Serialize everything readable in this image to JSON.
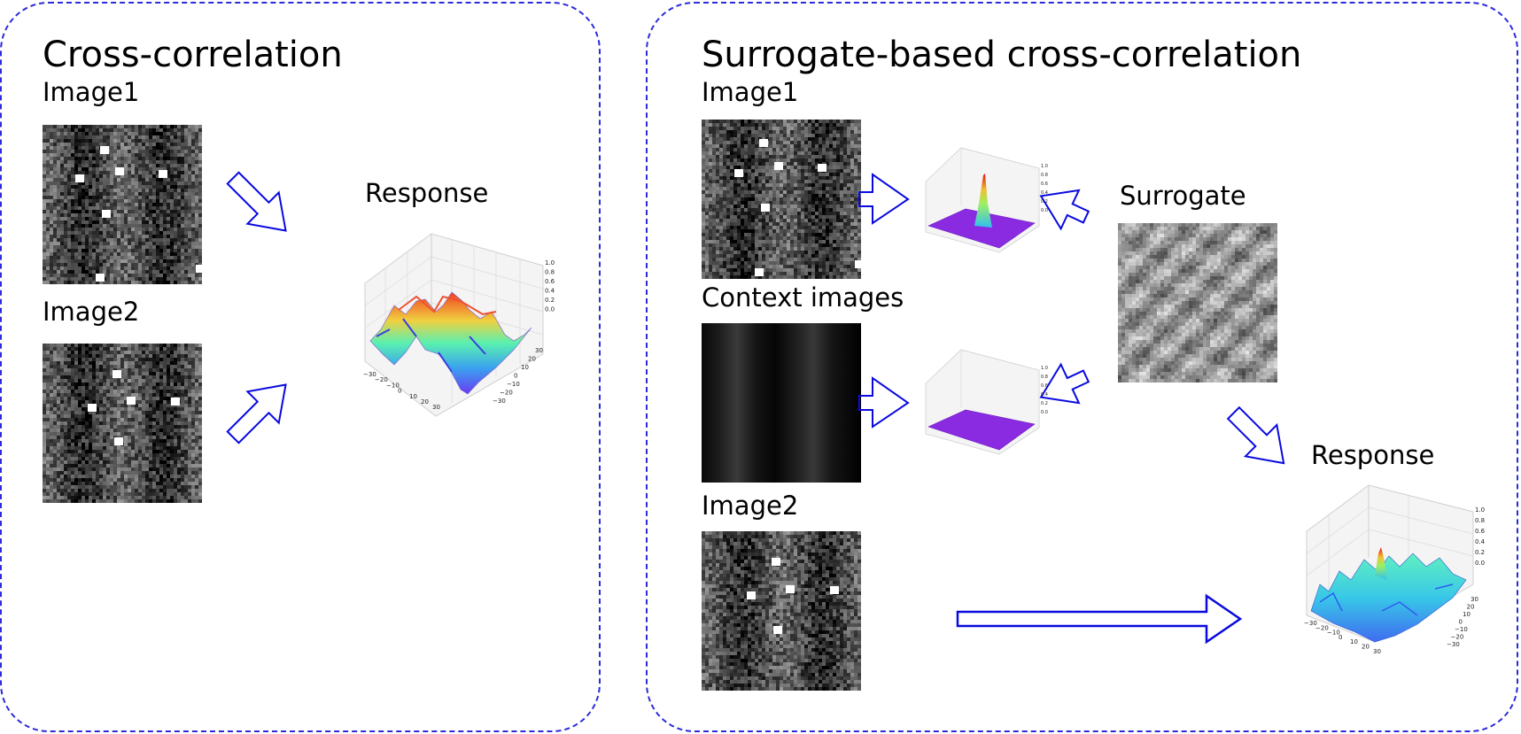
{
  "left_panel": {
    "title": "Cross-correlation",
    "image1_label": "Image1",
    "image2_label": "Image2",
    "response_label": "Response",
    "response_plot": {
      "z_ticks": [
        "1.0",
        "0.8",
        "0.6",
        "0.4",
        "0.2",
        "0.0"
      ],
      "x_ticks": [
        "−30",
        "−20",
        "−10",
        "0",
        "10",
        "20",
        "30"
      ],
      "y_ticks": [
        "30",
        "20",
        "10",
        "0",
        "−10",
        "−20",
        "−30"
      ]
    }
  },
  "right_panel": {
    "title": "Surrogate-based cross-correlation",
    "image1_label": "Image1",
    "context_label": "Context images",
    "image2_label": "Image2",
    "surrogate_label": "Surrogate",
    "response_label": "Response",
    "small_plot_z_ticks": [
      "1.0",
      "0.8",
      "0.6",
      "0.4",
      "0.2",
      "0.0"
    ],
    "response_plot": {
      "z_ticks": [
        "1.0",
        "0.8",
        "0.6",
        "0.4",
        "0.2",
        "0.0"
      ],
      "x_ticks": [
        "−30",
        "−20",
        "−10",
        "0",
        "10",
        "20",
        "30"
      ],
      "y_ticks": [
        "30",
        "20",
        "10",
        "0",
        "−10",
        "−20",
        "−30"
      ]
    }
  },
  "colors": {
    "border": "#2b2bd9",
    "arrow": "#0a0ae0",
    "plot_floor": "#8a2be2"
  }
}
